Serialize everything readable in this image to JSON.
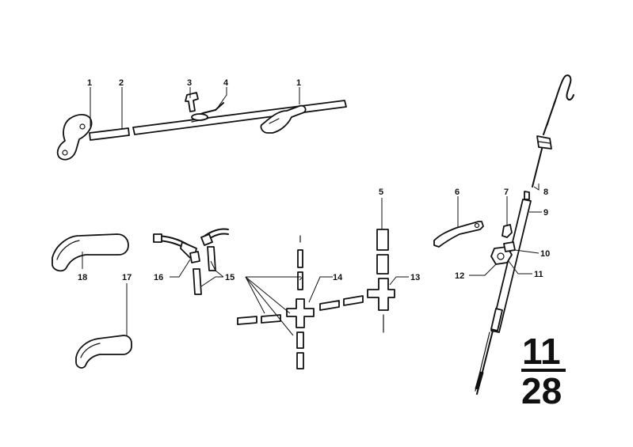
{
  "callouts": {
    "c1a": "1",
    "c2": "2",
    "c3": "3",
    "c4": "4",
    "c1b": "1",
    "c5": "5",
    "c6": "6",
    "c7": "7",
    "c8": "8",
    "c9": "9",
    "c10": "10",
    "c11": "11",
    "c12": "12",
    "c13": "13",
    "c14": "14",
    "c15": "15",
    "c16": "16",
    "c17": "17",
    "c18": "18"
  },
  "group_label": {
    "top": "11",
    "bottom": "28"
  }
}
